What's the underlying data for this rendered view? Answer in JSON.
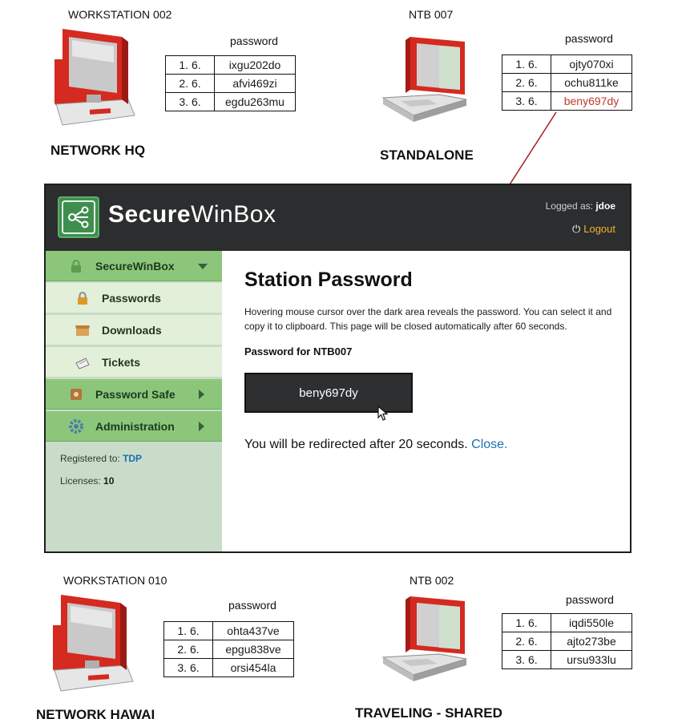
{
  "stations": [
    {
      "id": "ws002",
      "label": "WORKSTATION 002",
      "caption": "NETWORK HQ",
      "pw_header": "password",
      "rows": [
        {
          "n": "1. 6.",
          "v": "ixgu202do"
        },
        {
          "n": "2. 6.",
          "v": "afvi469zi"
        },
        {
          "n": "3. 6.",
          "v": "egdu263mu"
        }
      ]
    },
    {
      "id": "ntb007",
      "label": "NTB 007",
      "caption": "STANDALONE",
      "pw_header": "password",
      "rows": [
        {
          "n": "1. 6.",
          "v": "ojty070xi"
        },
        {
          "n": "2. 6.",
          "v": "ochu811ke"
        },
        {
          "n": "3. 6.",
          "v": "beny697dy"
        }
      ]
    },
    {
      "id": "ws010",
      "label": "WORKSTATION 010",
      "caption": "NETWORK HAWAI",
      "pw_header": "password",
      "rows": [
        {
          "n": "1. 6.",
          "v": "ohta437ve"
        },
        {
          "n": "2. 6.",
          "v": "epgu838ve"
        },
        {
          "n": "3. 6.",
          "v": "orsi454la"
        }
      ]
    },
    {
      "id": "ntb002",
      "label": "NTB 002",
      "caption": "TRAVELING - SHARED",
      "pw_header": "password",
      "rows": [
        {
          "n": "1. 6.",
          "v": "iqdi550le"
        },
        {
          "n": "2. 6.",
          "v": "ajto273be"
        },
        {
          "n": "3. 6.",
          "v": "ursu933lu"
        }
      ]
    }
  ],
  "highlight_color": "#c0392b",
  "app": {
    "brand_bold": "Secure",
    "brand_light": "WinBox",
    "logged_label": "Logged as:",
    "logged_user": "jdoe",
    "logout": "Logout",
    "sidebar": {
      "items": [
        {
          "label": "SecureWinBox",
          "icon": "lock-icon"
        },
        {
          "label": "Passwords",
          "icon": "padlock-icon"
        },
        {
          "label": "Downloads",
          "icon": "box-icon"
        },
        {
          "label": "Tickets",
          "icon": "ticket-icon"
        },
        {
          "label": "Password Safe",
          "icon": "safe-icon"
        },
        {
          "label": "Administration",
          "icon": "gear-icon"
        }
      ],
      "registered_label": "Registered to:",
      "registered_value": "TDP",
      "licenses_label": "Licenses:",
      "licenses_value": "10"
    },
    "main": {
      "title": "Station Password",
      "description": "Hovering mouse cursor over the dark area reveals the password. You can select it and copy it to clipboard. This page will be closed automatically after 60 seconds.",
      "password_for": "Password for NTB007",
      "password": "beny697dy",
      "redirect_text": "You will be redirected after  20 seconds.",
      "close_link": "Close."
    }
  },
  "colors": {
    "header_bg": "#2b2d2f",
    "sidebar_active": "#8cc67a",
    "sidebar_sub": "#e2efd9",
    "sidebar_bg": "#c9dcc9",
    "link": "#1b6fae",
    "logout": "#f0b429",
    "device_red": "#d42a20"
  }
}
